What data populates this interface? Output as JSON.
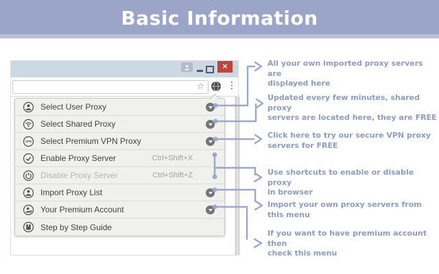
{
  "header": {
    "title": "Basic Information"
  },
  "browser": {
    "titlebar": {
      "minimize_glyph": "–",
      "close_glyph": "×"
    },
    "toolbar": {
      "bookmark_star_glyph": "☆",
      "overflow_menu_glyph": "⋮"
    }
  },
  "menu": {
    "vpn_icon_text": "VPN",
    "items": [
      {
        "label": "Select User Proxy",
        "icon": "user-icon",
        "has_dropdown": true
      },
      {
        "label": "Select Shared Proxy",
        "icon": "wifi-icon",
        "has_dropdown": true
      },
      {
        "label": "Select Premium VPN Proxy",
        "icon": "vpn-icon",
        "has_dropdown": true
      },
      {
        "label": "Enable Proxy Server",
        "icon": "check-icon",
        "shortcut": "Ctrl+Shift+X"
      },
      {
        "label": "Disable Proxy Server",
        "icon": "power-icon",
        "shortcut": "Ctrl+Shift+Z",
        "disabled": true
      },
      {
        "label": "Import Proxy List",
        "icon": "import-icon",
        "has_dropdown": true
      },
      {
        "label": "Your Premium Account",
        "icon": "premium-account-icon",
        "has_dropdown": true
      },
      {
        "label": "Step by Step Guide",
        "icon": "guide-icon"
      }
    ]
  },
  "annotations": [
    {
      "lines": [
        "All your own imported proxy servers are",
        "displayed here"
      ]
    },
    {
      "lines": [
        "Updated every few minutes, shared proxy",
        "servers are located here, they are FREE"
      ]
    },
    {
      "lines": [
        "Click here to try our secure VPN proxy",
        "servers for FREE"
      ]
    },
    {
      "lines": [
        "Use shortcuts to enable or disable proxy",
        "in browser"
      ]
    },
    {
      "lines": [
        "Import your own proxy servers from",
        "this menu"
      ]
    },
    {
      "lines": [
        "If you want to have premium account then",
        "check this menu"
      ]
    }
  ],
  "colors": {
    "header_bg": "#9aa5c8",
    "annotation_text": "#8c9cc5",
    "connector": "#9aa7d0",
    "titlebar_bg": "#cdd9e2",
    "close_button": "#c0443a",
    "panel_bg": "#f0f0ee"
  }
}
